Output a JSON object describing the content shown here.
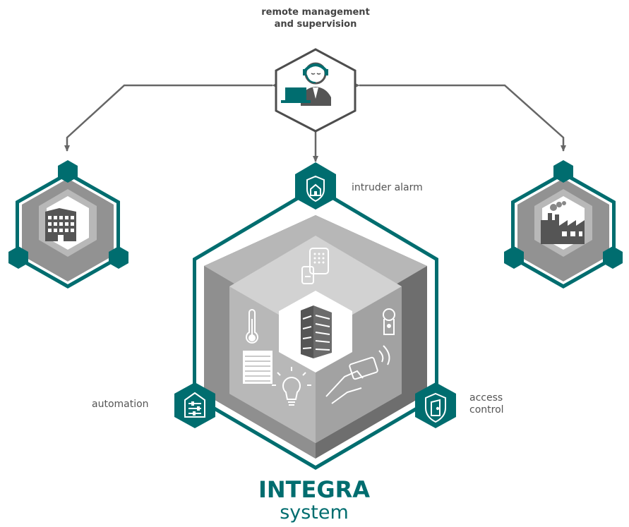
{
  "labels": {
    "remote_line1": "remote management",
    "remote_line2": "and supervision",
    "intruder": "intruder alarm",
    "automation": "automation",
    "access_line1": "access",
    "access_line2": "control"
  },
  "brand": {
    "title": "INTEGRA",
    "subtitle": "system"
  },
  "colors": {
    "teal": "#006d6f",
    "dark_gray": "#4d4d4d",
    "mid_gray": "#8c8c8c",
    "light_gray": "#cdcdcd",
    "arrow": "#666666"
  },
  "icons": [
    "operator-headset-icon",
    "office-building-icon",
    "factory-icon",
    "home-shield-icon",
    "house-sliders-icon",
    "door-shield-icon",
    "keypad-icon",
    "thermometer-icon",
    "roller-blind-icon",
    "light-bulb-icon",
    "door-lock-icon",
    "proximity-card-hand-icon",
    "tower-building-icon"
  ]
}
